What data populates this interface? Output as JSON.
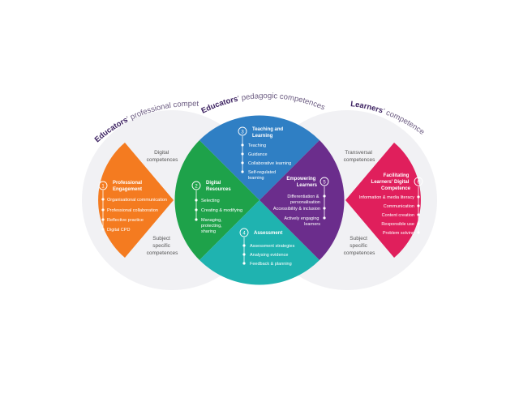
{
  "colors": {
    "ring": "#f1f1f4",
    "ring_text": "#555555",
    "title_bold": "#3b2060",
    "title_light": "#6a5a80",
    "orange": "#f47b20",
    "green": "#1ea24a",
    "blue": "#2f7fc4",
    "purple": "#6b2d8c",
    "teal": "#1fb3b0",
    "pink": "#e01f5c",
    "white": "#ffffff"
  },
  "titles": {
    "professional": {
      "bold": "Educators",
      "light": "' professional competences"
    },
    "pedagogic": {
      "bold": "Educators",
      "light": "' pedagogic competences"
    },
    "learners": {
      "bold": "Learners",
      "light": "' competences"
    }
  },
  "ring_labels": {
    "left_digital": [
      "Digital",
      "competences"
    ],
    "left_subject": [
      "Subject",
      "specific",
      "competences"
    ],
    "right_transversal": [
      "Transversal",
      "competences"
    ],
    "right_subject": [
      "Subject",
      "specific",
      "competences"
    ]
  },
  "areas": {
    "a1": {
      "number": "1",
      "title": [
        "Professional",
        "Engagement"
      ],
      "items": [
        "Organisational communication",
        "Professional collaboration",
        "Reflective practice",
        "Digital CPD"
      ]
    },
    "a2": {
      "number": "2",
      "title": [
        "Digital",
        "Resources"
      ],
      "items": [
        "Selecting",
        "Creating & modifying",
        "Managing,",
        "protecting,",
        "sharing"
      ]
    },
    "a3": {
      "number": "3",
      "title": [
        "Teaching and",
        "Learning"
      ],
      "items": [
        "Teaching",
        "Guidance",
        "Collaborative learning",
        "Self-regulated",
        "learning"
      ]
    },
    "a4": {
      "number": "4",
      "title": [
        "Assessment"
      ],
      "items": [
        "Assessment strategies",
        "Analysing evidence",
        "Feedback & planning"
      ]
    },
    "a5": {
      "number": "5",
      "title": [
        "Empowering",
        "Learners"
      ],
      "items": [
        "Differentiation &",
        "personalisation",
        "Accessibility & inclusion",
        "Actively engaging",
        "learners"
      ]
    },
    "a6": {
      "number": "6",
      "title": [
        "Facilitating",
        "Learners' Digital",
        "Competence"
      ],
      "items": [
        "Information & media literacy",
        "Communication",
        "Content creation",
        "Responsible use",
        "Problem solving"
      ]
    }
  }
}
